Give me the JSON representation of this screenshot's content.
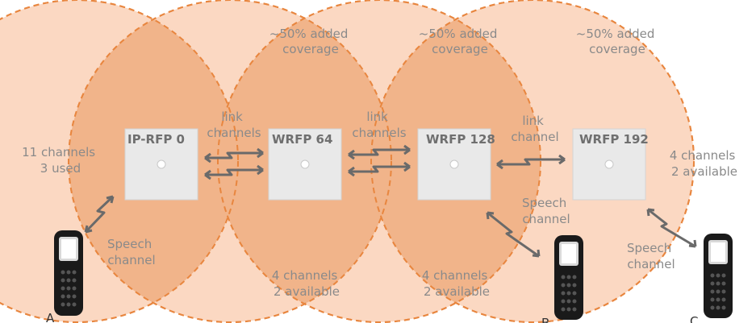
{
  "colors": {
    "coverage_fill": "#fbd8c2",
    "coverage_stroke": "#e8863f",
    "label_text": "#8a8a8a",
    "arrow": "#6a6a6a",
    "device": "#e9e9e9",
    "handset": "#1a1a1a"
  },
  "coverage_labels": [
    {
      "line1": "~50% added",
      "line2": "coverage"
    },
    {
      "line1": "~50% added",
      "line2": "coverage"
    },
    {
      "line1": "~50% added",
      "line2": "coverage"
    }
  ],
  "units": [
    {
      "name": "IP-RFP 0",
      "icon": "base-station-icon"
    },
    {
      "name": "WRFP 64",
      "icon": "base-station-icon"
    },
    {
      "name": "WRFP 128",
      "icon": "base-station-icon"
    },
    {
      "name": "WRFP 192",
      "icon": "base-station-icon"
    }
  ],
  "link_labels": [
    {
      "line1": "link",
      "line2": "channels"
    },
    {
      "line1": "link",
      "line2": "channels"
    },
    {
      "line1": "link",
      "line2": "channel"
    }
  ],
  "channel_labels": [
    {
      "line1": "11 channels",
      "line2": "3 used"
    },
    {
      "line1": "4 channels",
      "line2": "2 available"
    },
    {
      "line1": "4 channels",
      "line2": "2 available"
    },
    {
      "line1": "4 channels",
      "line2": "2 available"
    }
  ],
  "speech_labels": [
    {
      "line1": "Speech",
      "line2": "channel"
    },
    {
      "line1": "Speech",
      "line2": "channel"
    },
    {
      "line1": "Speech",
      "line2": "channel"
    }
  ],
  "handsets": [
    {
      "letter": "A",
      "icon": "handset-icon"
    },
    {
      "letter": "B",
      "icon": "handset-icon"
    },
    {
      "letter": "C",
      "icon": "handset-icon"
    }
  ]
}
